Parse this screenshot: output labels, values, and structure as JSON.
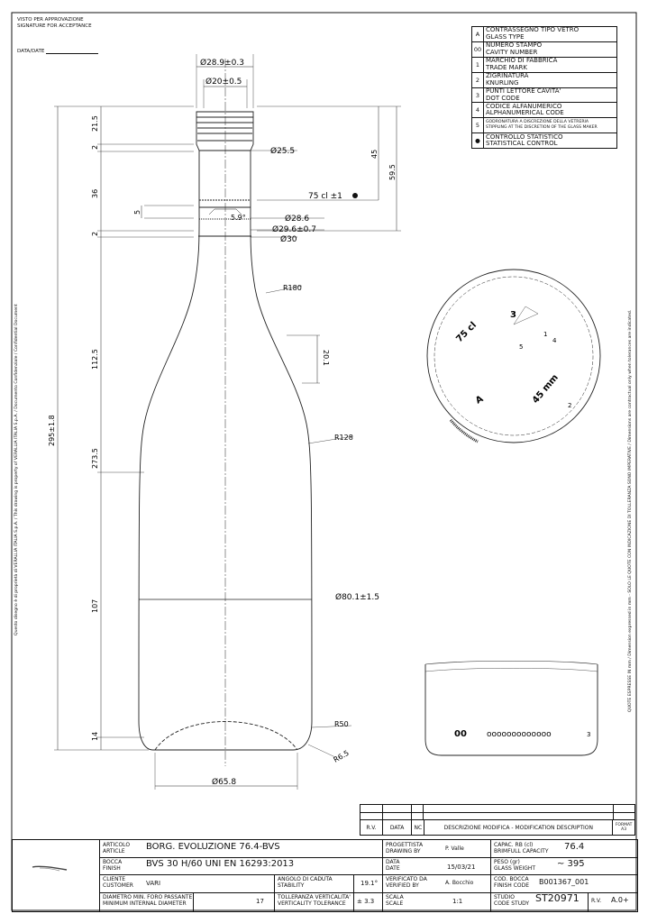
{
  "header": {
    "approval_1": "VISTO PER APPROVAZIONE",
    "approval_2": "SIGNATURE FOR ACCEPTANCE",
    "date_label": "DATA/DATE"
  },
  "legend": [
    {
      "code": "A",
      "it": "CONTRASSEGNO TIPO VETRO",
      "en": "GLASS TYPE"
    },
    {
      "code": "00",
      "it": "NUMERO STAMPO",
      "en": "CAVITY NUMBER"
    },
    {
      "code": "1",
      "it": "MARCHIO DI FABBRICA",
      "en": "TRADE MARK"
    },
    {
      "code": "2",
      "it": "ZIGRINATURA",
      "en": "KNURLING"
    },
    {
      "code": "3",
      "it": "PUNTI LETTORE CAVITA'",
      "en": "DOT CODE"
    },
    {
      "code": "4",
      "it": "CODICE ALFANUMERICO",
      "en": "ALPHANUMERICAL CODE"
    },
    {
      "code": "5",
      "it": "GODRONATURA A DISCREZIONE DELLA VETRERIA",
      "en": "STIPPLING AT THE DISCRETION OF THE GLASS MAKER"
    },
    {
      "code": "●",
      "it": "CONTROLLO STATISTICO",
      "en": "STATISTICAL CONTROL"
    }
  ],
  "side_notes": {
    "left": "Questo disegno è di proprietà di VERALLIA ITALIA S.p.A. / This drawing is property of VERALLIA ITALIA S.p.A. / Documento Confidenziale / Confidential Document",
    "right": "QUOTE ESPRESSE IN mm / Dimension expressed in mm  -  SOLO LE QUOTE CON INDICAZIONE DI TOLLERANZA SONO IMPERATIVE / Dimensions are contractual only when tolerances are indicated."
  },
  "dims": {
    "neck_outer": "Ø28.9±0.3",
    "neck_inner": "Ø20±0.5",
    "d_255": "Ø25.5",
    "fill": "75 cl  ±1",
    "d_286": "Ø28.6",
    "d_296": "Ø29.6±0.7",
    "d_30": "Ø30",
    "angle": "5.9°",
    "r180": "R180",
    "r128": "R128",
    "r50": "R50",
    "r65": "R6.5",
    "len_201": "20.1",
    "body": "Ø80.1±1.5",
    "base": "Ø65.8",
    "h_215": "21.5",
    "h_2a": "2",
    "h_36": "36",
    "h_5": "5",
    "h_2b": "2",
    "h_1125": "112.5",
    "h_107": "107",
    "h_14": "14",
    "h_2955": "295±1.8",
    "h_2735": "273.5",
    "h_45": "45",
    "h_595": "59.5"
  },
  "base_view": {
    "capacity": "75 cl",
    "mm": "45 mm",
    "n3": "3",
    "n5": "5",
    "n4": "4",
    "n2": "2",
    "a": "A",
    "n1": "1"
  },
  "heel_view": {
    "cavity": "00",
    "dots": "ooooooooooooo",
    "n3": "3"
  },
  "revision": {
    "rv": "R.V.",
    "data": "DATA",
    "nc": "NC",
    "desc": "DESCRIZIONE MODIFICA - MODIFICATION DESCRIPTION",
    "format_label": "FORMAT",
    "format": "A3"
  },
  "title_block": {
    "article_label_it": "ARTICOLO",
    "article_label_en": "ARTICLE",
    "article": "BORG. EVOLUZIONE 76.4-BVS",
    "finish_label_it": "BOCCA",
    "finish_label_en": "FINISH",
    "finish": "BVS 30 H/60 UNI EN 16293:2013",
    "customer_label_it": "CLIENTE",
    "customer_label_en": "CUSTOMER",
    "customer": "VARI",
    "stability_label_it": "ANGOLO DI CADUTA",
    "stability_label_en": "STABILITY",
    "stability": "19.1°",
    "diam_label_it": "DIAMETRO MIN. FORO PASSANTE",
    "diam_label_en": "MINIMUM INTERNAL DIAMETER",
    "diam": "17",
    "vert_label_it": "TOLLERANZA VERTICALITA'",
    "vert_label_en": "VERTICALITY TOLERANCE",
    "vert": "± 3.3",
    "drawn_label_it": "PROGETTISTA",
    "drawn_label_en": "DRAWING BY",
    "drawn": "P. Valle",
    "date_label_it": "DATA",
    "date_label_en": "DATE",
    "date": "15/03/21",
    "verified_label_it": "VERIFICATO DA",
    "verified_label_en": "VERIFIED BY",
    "verified": "A. Bocchio",
    "scale_label_it": "SCALA",
    "scale_label_en": "SCALE",
    "scale": "1:1",
    "cap_label_it": "CAPAC. RB (cl)",
    "cap_label_en": "BRIMFULL CAPACITY",
    "capacity": "76.4",
    "weight_label_it": "PESO (gr)",
    "weight_label_en": "GLASS WEIGHT",
    "weight": "~ 395",
    "finish_code_label_it": "COD. BOCCA",
    "finish_code_label_en": "FINISH CODE",
    "finish_code": "B001367_001",
    "study_label_it": "STUDIO",
    "study_label_en": "CODE STUDY",
    "study": "ST20971",
    "rv_label": "R.V.",
    "rv": "A.0+"
  }
}
